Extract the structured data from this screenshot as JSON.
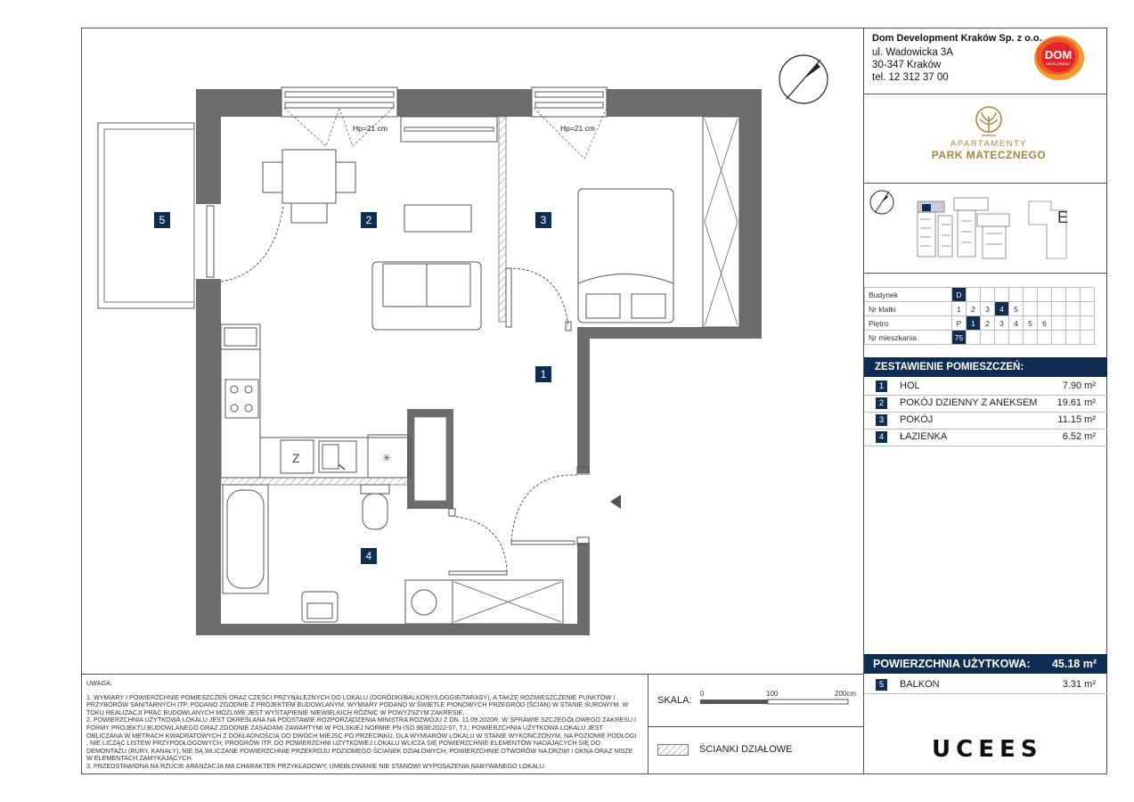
{
  "company": {
    "name": "Dom Development Kraków Sp. z o.o.",
    "street": "ul. Wadowicka 3A",
    "city": "30-347 Kraków",
    "phone": "tel. 12 312 37 00"
  },
  "logo_dom": {
    "line1": "DOM",
    "line2": "DEVELOPMENT"
  },
  "project": {
    "line1": "APARTAMENTY",
    "line2": "PARK MATECZNEGO"
  },
  "keyplan": {
    "building_letter": "E"
  },
  "info_table": {
    "rows": [
      {
        "label": "Budynek",
        "cells": [
          "D"
        ],
        "selected": 0
      },
      {
        "label": "Nr klatki",
        "cells": [
          "1",
          "2",
          "3",
          "4",
          "5"
        ],
        "selected": 3
      },
      {
        "label": "Piętro",
        "cells": [
          "P",
          "1",
          "2",
          "3",
          "4",
          "5",
          "6"
        ],
        "selected": 1
      },
      {
        "label": "Nr mieszkania",
        "cells": [
          "75"
        ],
        "selected": 0
      }
    ]
  },
  "rooms_header": "ZESTAWIENIE POMIESZCZEŃ:",
  "rooms": [
    {
      "num": "1",
      "name": "HOL",
      "area": "7.90 m²"
    },
    {
      "num": "2",
      "name": "POKÓJ DZIENNY Z ANEKSEM",
      "area": "19.61 m²"
    },
    {
      "num": "3",
      "name": "POKÓJ",
      "area": "11.15 m²"
    },
    {
      "num": "4",
      "name": "ŁAZIENKA",
      "area": "6.52 m²"
    }
  ],
  "usable_area": {
    "label": "POWIERZCHNIA UŻYTKOWA:",
    "value": "45.18 m²"
  },
  "balcony": {
    "num": "5",
    "name": "BALKON",
    "area": "3.31 m²"
  },
  "plan_labels": {
    "hp1": "Hp=21 cm",
    "hp2": "Hp=21 cm",
    "z": "Z",
    "r1": "1",
    "r2": "2",
    "r3": "3",
    "r4": "4",
    "r5": "5"
  },
  "notes": {
    "title": "UWAGA:",
    "p1": "1. WYMIARY I POWIERZCHNIE POMIESZCZEŃ ORAZ CZĘŚCI PRZYNALEŻNYCH DO LOKALU (OGRÓDKI/BALKONY/LOGGIE/TARASY), A TAKŻE ROZMIESZCZENIE PUNKTÓW I PRZYBORÓW SANITARNYCH ITP. PODANO ZGODNIE Z PROJEKTEM BUDOWLANYM. WYMIARY PODANO W ŚWIETLE PIONOWYCH PRZEGRÓD (ŚCIAN) W STANIE SUROWYM. W TOKU REALIZACJI PRAC BUDOWLANYCH MOŻLIWE JEST WYSTĄPIENIE NIEWIELKICH RÓŻNIC W POWYŻSZYM ZAKRESIE.",
    "p2": "2. POWIERZCHNIA UŻYTKOWA LOKALU JEST OKREŚLANA NA PODSTAWIE ROZPORZĄDZENIA MINISTRA ROZWOJU Z DN. 11.09.2020R. W SPRAWIE SZCZEGÓŁOWEGO ZAKRESU I FORMY PROJEKTU BUDOWLANEGO ORAZ ZGODNIE ZASADAMI ZAWARTYMI W POLSKIEJ NORMIE PN-ISO 9836:2022-07, TJ.: POWIERZCHNIA UŻYTKOWA LOKALU JEST OBLICZANA W METRACH KWADRATOWYCH Z DOKŁADNOŚCIĄ DO DWÓCH MIEJSC PO PRZECINKU, DLA WYMIARÓW LOKALU W STANIE WYKOŃCZONYM, NA POZIOMIE PODŁOGI , NIE LICZĄC LISTEW PRZYPODŁOGOWYCH, PROGRÓW ITP. DO POWIERZCHNI UŻYTKOWEJ LOKALU WLICZA SIĘ POWIERZCHNIE ELEMENTÓW NADAJĄCYCH SIĘ DO DEMONTAŻU (RURY, KANAŁY), NIE SĄ WLICZANE POWIERZCHNIE PRZEKROJU POZIOMEGO ŚCIANEK DZIAŁOWYCH, POWIERZCHNIE OTWORÓW NA DRZWI I OKNA ORAZ NISZE W ELEMENTACH ZAMYKAJĄCYCH.",
    "p3": "3. PRZEDSTAWIONA NA RZUCIE ARANŻACJA MA CHARAKTER PRZYKŁADOWY, UMEBLOWANIE NIE STANOWI WYPOSAŻENIA NABYWANEGO LOKALU."
  },
  "scale": {
    "label": "SKALA:",
    "t0": "0",
    "t1": "100",
    "t2": "200cm"
  },
  "legend": {
    "partitions": "ŚCIANKI DZIAŁOWE"
  },
  "brand_bottom": "UCEES",
  "colors": {
    "navy": "#0f2d52",
    "wall": "#6d6d6d",
    "gold": "#a8873d",
    "dom_red": "#e3242b"
  }
}
